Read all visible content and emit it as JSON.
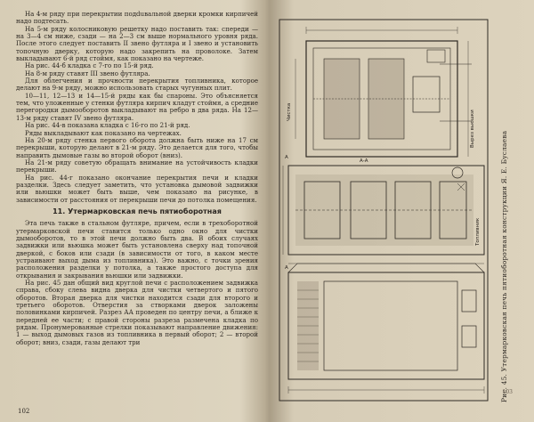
{
  "left_page": {
    "paragraphs_top": [
      "На 4-м ряду при перекрытии подduвальной дверки кромки кирпичей надо подтесать.",
      "На 5-м ряду колосниковую решетку надо поставить так: спереди — на 3—4 см ниже, сзади — на 2—3 см выше нормального уровня ряда. После этого следует поставить II звено футляра и I звено и установить топочную дверку, которую надо закрепить на проволоке. Затем выкладывают 6-й ряд стоймя, как показано на чертеже.",
      "На рис. 44-б кладка с 7-го по 15-й ряд.",
      "На 8-м ряду ставят III звено футляра.",
      "Для облегчения и прочности перекрытия топливника, которое делают на 9-м ряду, можно использовать старых чугунных плит.",
      "10—11, 12—13 и 14—15-й ряды как бы спароны. Это объясняется тем, что уложенные у стенки футляра кирпич кладут стоймя, а средние перегородки дымооборотов выкладывают на ребро в два ряда. На 12—13-м ряду ставят IV звено футляра.",
      "На рис. 44-в показана кладка с 16-го по 21-й ряд.",
      "Ряды выкладывают как показано на чертежах.",
      "На 20-м ряду стенка первого оборота должна быть ниже на 17 см перекрыши, которую делают в 21-м ряду. Это делается для того, чтобы направить дымовые газы во второй оборот (вниз).",
      "На 21-м ряду советую обращать внимание на устойчивость кладки перекрыши.",
      "На рис. 44-г показано окончание перекрытия печи и кладки разделки. Здесь следует заметить, что установка дымовой задвижки или вьюшки может быть выше, чем показано на рисунке, в зависимости от расстояния от перекрыши печи до потолка помещения."
    ],
    "heading": "11. Утермарковская печь пятиоборотная",
    "paragraphs_bottom": [
      "Эта печь также в стальном футляре, причем, если в трехоборотной утермарковской печи ставится только одно окно для чистки дымооборотов, то в этой печи должно быть два. В обоих случаях задвижки или вьюшка может быть установлена сверху над топочной дверкой, с боков или сзади (в зависимости от того, в каком месте устраивают выход дыма из топливника). Это важно, с точки зрения расположения разделки у потолка, а также простого доступа для открывания и закрывания вьюшки или задвижки.",
      "На рис. 45 дан общий вид круглой печи с расположением задвижка справа, сбоку слева видна дверка для чистки четвертого и пятого оборотов. Вторая дверка для чистки находится сзади для второго и третьего оборотов. Отверстия за створками дверок заложены половинками кирпичей. Разрез АА проведен по центру печи, а ближе к передней ее части; с правой стороны разреза размечена кладка по рядам. Пронумерованные стрелки показывают направление движения: 1 — выход дымовых газов из топливника в первый оборот; 2 — второй оборот; вниз, сзади, газы делают три"
    ],
    "page_number": "102"
  },
  "right_page": {
    "caption": "Рис. 45. Утермарковская печь пятиоборотная конструкции Я. Е. Буслаева",
    "labels": {
      "section_aa": "А-А",
      "label_chistka": "Чистка",
      "label_a_top": "А",
      "label_a_bottom": "А",
      "label_vyrez": "Вырез вьюшки",
      "label_topka": "Топливник",
      "page_number": "103"
    }
  },
  "colors": {
    "paper": "#d9cfb9",
    "ink": "#2a2520",
    "drawing_ink": "#2f2a24",
    "gutter": "#a99d86"
  }
}
